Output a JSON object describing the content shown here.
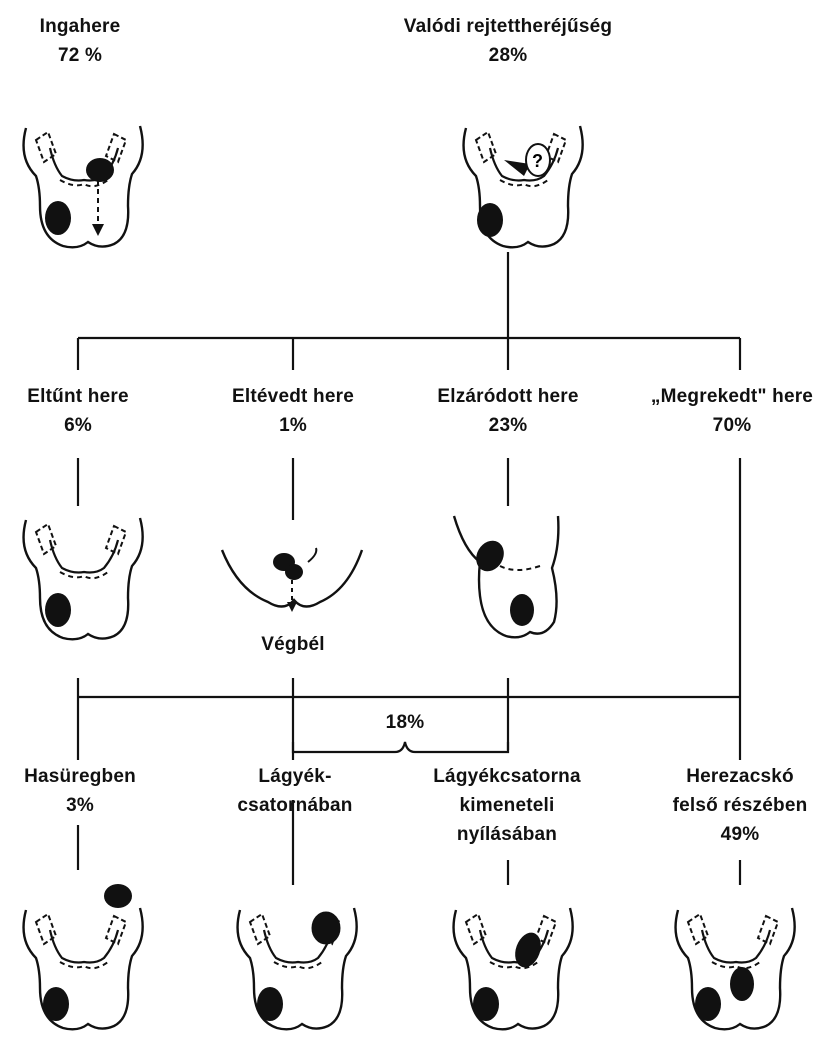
{
  "top": [
    {
      "name": "Ingahere",
      "value": "72 %"
    },
    {
      "name": "Valódi rejtettheréjűség",
      "value": "28%"
    }
  ],
  "middle": [
    {
      "name": "Eltűnt here",
      "value": "6%"
    },
    {
      "name": "Eltévedt here",
      "value": "1%"
    },
    {
      "name": "Elzáródott here",
      "value": "23%"
    },
    {
      "name": "„Megrekedt\" here",
      "value": "70%"
    }
  ],
  "vegbel": "Végbél",
  "bracket_value": "18%",
  "bottom": [
    {
      "line1": "Hasüregben",
      "line2": "3%",
      "line3": ""
    },
    {
      "line1": "Lágyék-",
      "line2": "csatornában",
      "line3": ""
    },
    {
      "line1": "Lágyékcsatorna",
      "line2": "kimeneteli",
      "line3": "nyílásában"
    },
    {
      "line1": "Herezacskó",
      "line2": "felső részében",
      "line3": "49%"
    }
  ],
  "figures": [
    "pendulum-testis-icon",
    "undescended-testis-icon",
    "vanished-testis-icon",
    "ectopic-testis-icon",
    "obstructed-testis-icon",
    "abdominal-testis-icon",
    "inguinal-canal-testis-icon",
    "canal-exit-testis-icon",
    "upper-scrotum-testis-icon"
  ]
}
